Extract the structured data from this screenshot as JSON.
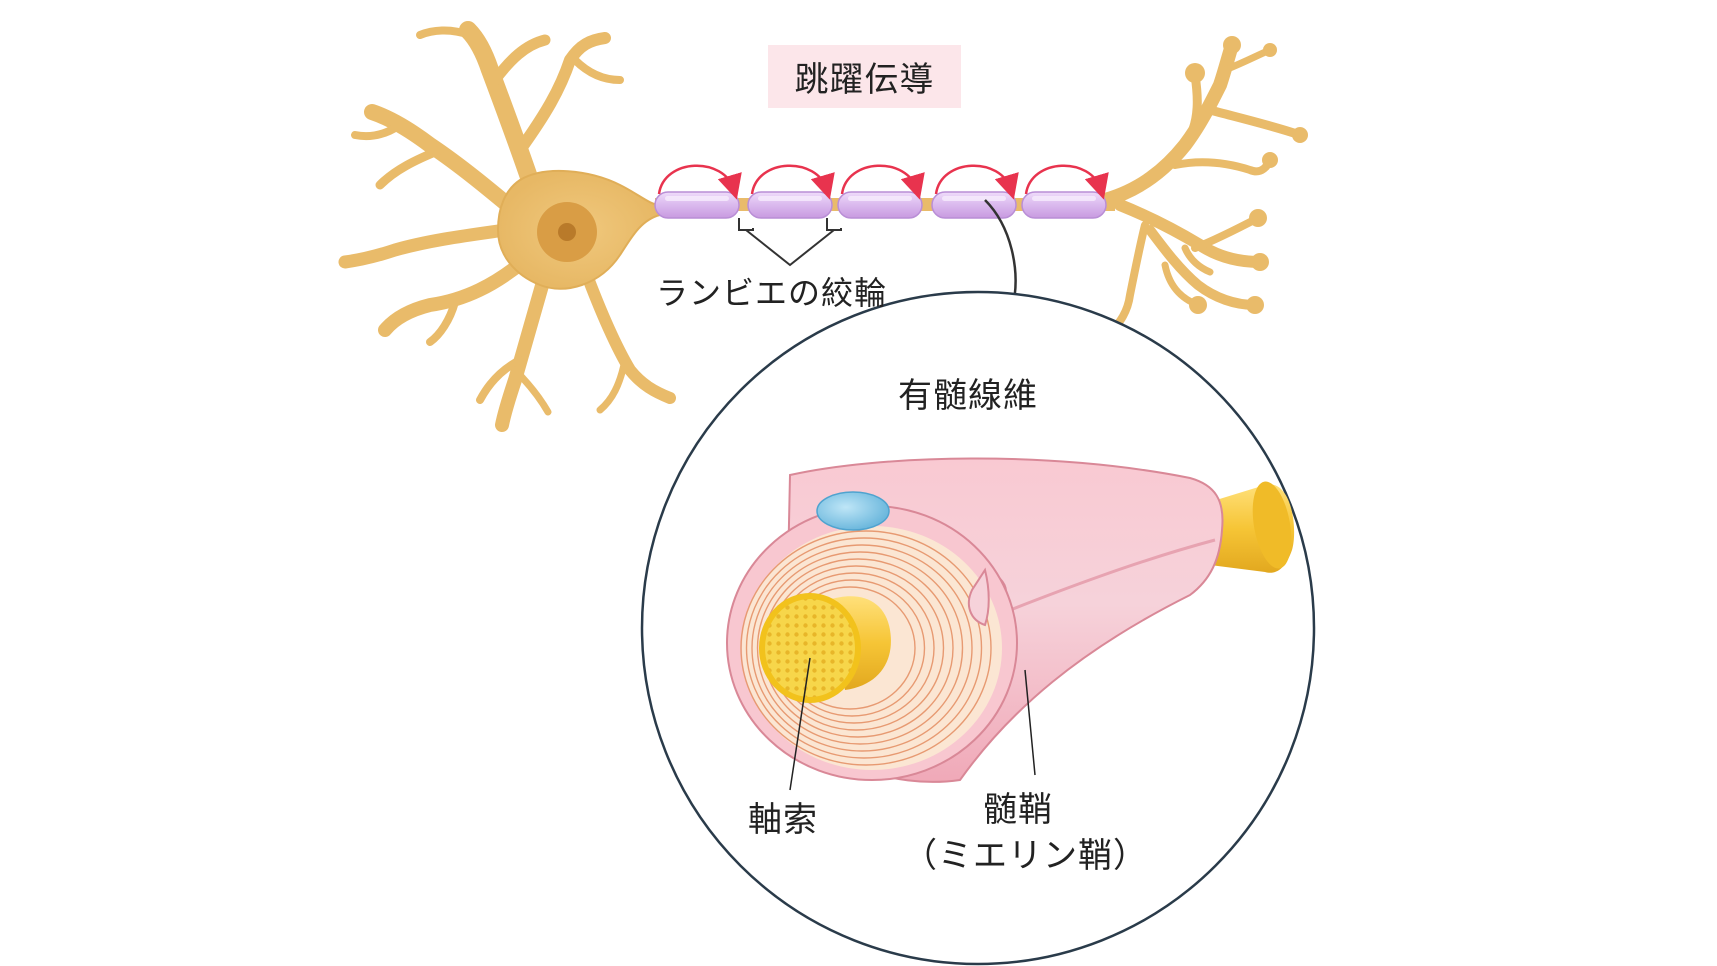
{
  "title": "跳躍伝導",
  "labels": {
    "ranvier": "ランビエの絞輪",
    "fiber": "有髄線維",
    "axon": "軸索",
    "myelin": "髄鞘",
    "myelin_alt": "（ミエリン鞘）"
  },
  "colors": {
    "neuron": "#e9bb6a",
    "neuron_stroke": "#d9a550",
    "myelin_segment": "#d8b4ec",
    "jump_arrow": "#e8334e",
    "title_bg": "#fce6ea",
    "sheath_pink": "#f4b3bf",
    "axon_yellow": "#f6cd3a",
    "nucleus_blue": "#7cc4e4"
  }
}
